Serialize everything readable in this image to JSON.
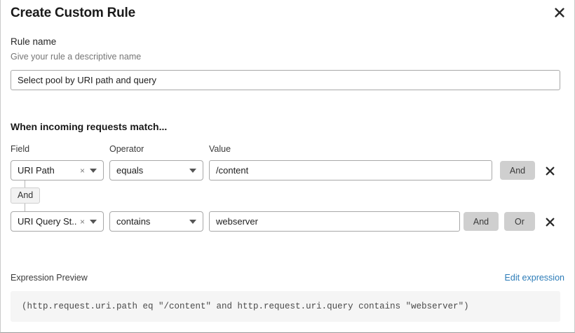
{
  "modal": {
    "title": "Create Custom Rule",
    "close_icon": "close-icon"
  },
  "rule_name": {
    "label": "Rule name",
    "help_text": "Give your rule a descriptive name",
    "value": "Select pool by URI path and query",
    "placeholder": ""
  },
  "match_section": {
    "heading": "When incoming requests match...",
    "columns": {
      "field": "Field",
      "operator": "Operator",
      "value": "Value"
    },
    "group_connector": {
      "label": "And"
    },
    "rows": [
      {
        "field": "URI Path",
        "operator": "equals",
        "value": "/content",
        "clear_icon": "clear-x-icon",
        "caret_icon": "chevron-down-icon",
        "logic_buttons": [
          "And"
        ],
        "delete_icon": "close-icon"
      },
      {
        "field": "URI Query St...",
        "operator": "contains",
        "value": "webserver",
        "clear_icon": "clear-x-icon",
        "caret_icon": "chevron-down-icon",
        "logic_buttons": [
          "And",
          "Or"
        ],
        "delete_icon": "close-icon"
      }
    ]
  },
  "expression_preview": {
    "label": "Expression Preview",
    "edit_link": "Edit expression",
    "expression": "(http.request.uri.path eq \"/content\" and http.request.uri.query contains \"webserver\")"
  },
  "colors": {
    "link": "#2c7cb8",
    "logic_button_bg": "#cfcfcf",
    "chip_bg": "#f2f2f2",
    "preview_bg": "#f5f5f5",
    "border": "#a8a8a8"
  }
}
